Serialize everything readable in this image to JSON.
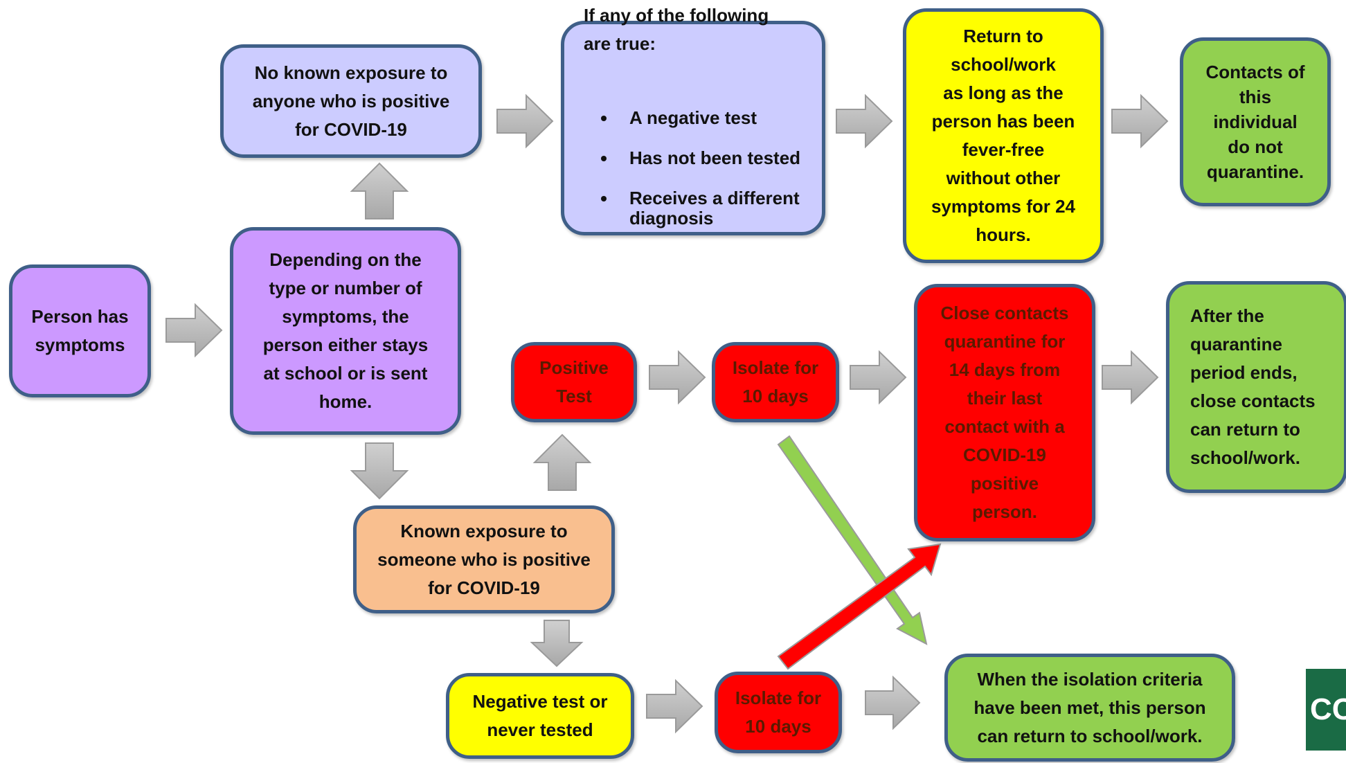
{
  "boxes": {
    "person_symptoms": "Person has\nsymptoms",
    "depending": "Depending on the\ntype or number of\nsymptoms, the\nperson either stays\nat school or is sent\nhome.",
    "no_exposure": "No known exposure to\nanyone who is positive\nfor COVID-19",
    "if_any": {
      "heading": "If any of the following\nare true:",
      "items": [
        "A negative test",
        "Has not been tested",
        "Receives a different diagnosis"
      ]
    },
    "return_school": "Return to\nschool/work\nas long as the\nperson has been\nfever-free\nwithout other\nsymptoms for 24\nhours.",
    "contacts_no_quarantine": "Contacts of\nthis\nindividual\ndo not\nquarantine.",
    "positive_test": "Positive\nTest",
    "isolate_top": "Isolate for\n10 days",
    "close_contacts": "Close contacts\nquarantine for\n14 days from\ntheir last\ncontact with a\nCOVID-19\npositive\nperson.",
    "after_quarantine": "After the\nquarantine\nperiod ends,\nclose contacts\ncan return to\nschool/work.",
    "known_exposure": "Known exposure to\nsomeone who is positive\nfor COVID-19",
    "negative_test": "Negative test or\nnever tested",
    "isolate_bottom": "Isolate for\n10 days",
    "isolation_met": "When the isolation criteria\nhave been met, this person\ncan return to school/work."
  },
  "logo_text": "CC",
  "colors": {
    "border": "#3f5f88",
    "lavender": "#ccccff",
    "purple": "#cc99ff",
    "peach": "#f9bf8f",
    "yellow": "#ffff00",
    "red": "#ff0000",
    "green": "#92d050",
    "arrow_gray": "#bfbfbf"
  }
}
